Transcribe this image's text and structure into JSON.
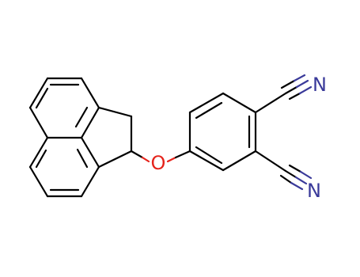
{
  "molecule": {
    "atoms": {
      "oxygen": {
        "label": "O",
        "color": "#e5231b"
      },
      "nitrogen_top": {
        "label": "N",
        "color": "#3a3a9a"
      },
      "nitrogen_bottom": {
        "label": "N",
        "color": "#3a3a9a"
      }
    },
    "colors": {
      "bond": "#000000",
      "oxygen": "#e5231b",
      "nitrogen": "#3a3a9a",
      "background": "#ffffff"
    }
  }
}
